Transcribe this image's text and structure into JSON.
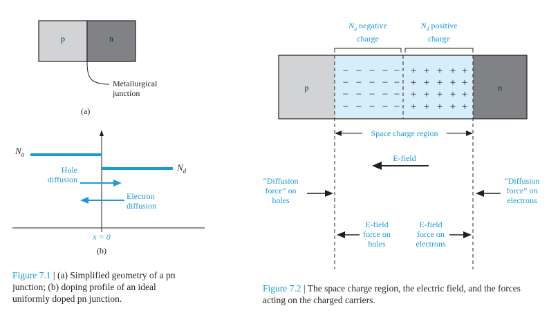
{
  "fig1": {
    "p_label": "p",
    "n_label": "n",
    "junction_label_line1": "Metallurgical",
    "junction_label_line2": "junction",
    "part_a": "(a)",
    "Na_label": "N",
    "Na_sub": "a",
    "Nd_label": "N",
    "Nd_sub": "d",
    "hole_diffusion_line1": "Hole",
    "hole_diffusion_line2": "diffusion",
    "electron_diffusion_line1": "Electron",
    "electron_diffusion_line2": "diffusion",
    "x_zero": "x = 0",
    "part_b": "(b)",
    "caption_fig": "Figure 7.1",
    "caption_sep": " | ",
    "caption_text": "(a) Simplified geometry of a pn junction; (b) doping profile of an ideal uniformly doped pn junction."
  },
  "fig2": {
    "na_header_var": "N",
    "na_header_sub": "a",
    "na_header_rest": " negative",
    "na_header_line2": "charge",
    "nd_header_var": "N",
    "nd_header_sub": "d",
    "nd_header_rest": " positive",
    "nd_header_line2": "charge",
    "p_label": "p",
    "n_label": "n",
    "minus_sign": "−",
    "plus_sign": "+",
    "space_charge_label": "Space charge region",
    "efield_label": "E-field",
    "diff_holes_line1": "“Diffusion",
    "diff_holes_line2": "force” on",
    "diff_holes_line3": "holes",
    "diff_elec_line1": "“Diffusion",
    "diff_elec_line2": "force” on",
    "diff_elec_line3": "electrons",
    "ef_holes_line1": "E-field",
    "ef_holes_line2": "force on",
    "ef_holes_line3": "holes",
    "ef_elec_line1": "E-field",
    "ef_elec_line2": "force on",
    "ef_elec_line3": "electrons",
    "caption_fig": "Figure 7.2",
    "caption_sep": " | ",
    "caption_text": "The space charge region, the electric field, and the forces acting on the charged carriers."
  },
  "colors": {
    "accent": "#1c9ad6",
    "p_region": "#d1d3d4",
    "n_region": "#808285",
    "scr_fill": "#d5eef9"
  }
}
